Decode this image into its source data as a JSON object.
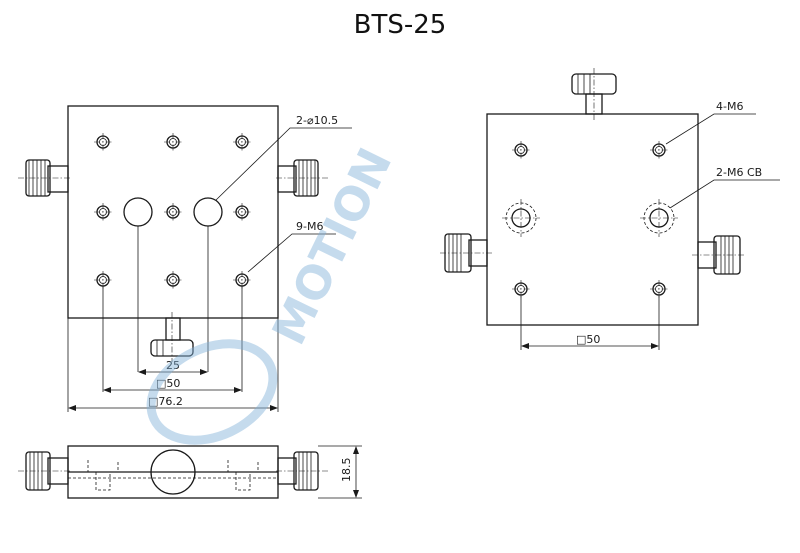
{
  "title": "BTS-25",
  "labels": {
    "bore_holes": "2-⌀10.5",
    "top_threads": "9-M6",
    "side_threads": "4-M6",
    "cb_threads": "2-M6 CB",
    "dim_25": "25",
    "dim_50_front": "□50",
    "dim_76": "□76.2",
    "dim_50_side": "□50",
    "dim_height": "18.5"
  },
  "watermark": {
    "text": "MOTION",
    "color": "#7fb0d8"
  }
}
